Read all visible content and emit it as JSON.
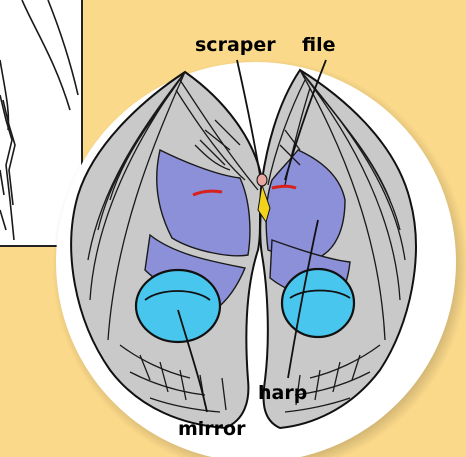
{
  "labels": {
    "scraper": "scraper",
    "file": "file",
    "harp": "harp",
    "mirror": "mirror"
  },
  "colors": {
    "background": "#fbd98a",
    "inset_panel": "#ffffff",
    "circle": "#ffffff",
    "wing_fill": "#c9c9c9",
    "harp_fill": "#8c90d8",
    "mirror_fill": "#49c6ee",
    "file_mark": "#d8201c",
    "scraper_mark": "#f2d21a",
    "vein": "#1a1a1a"
  }
}
